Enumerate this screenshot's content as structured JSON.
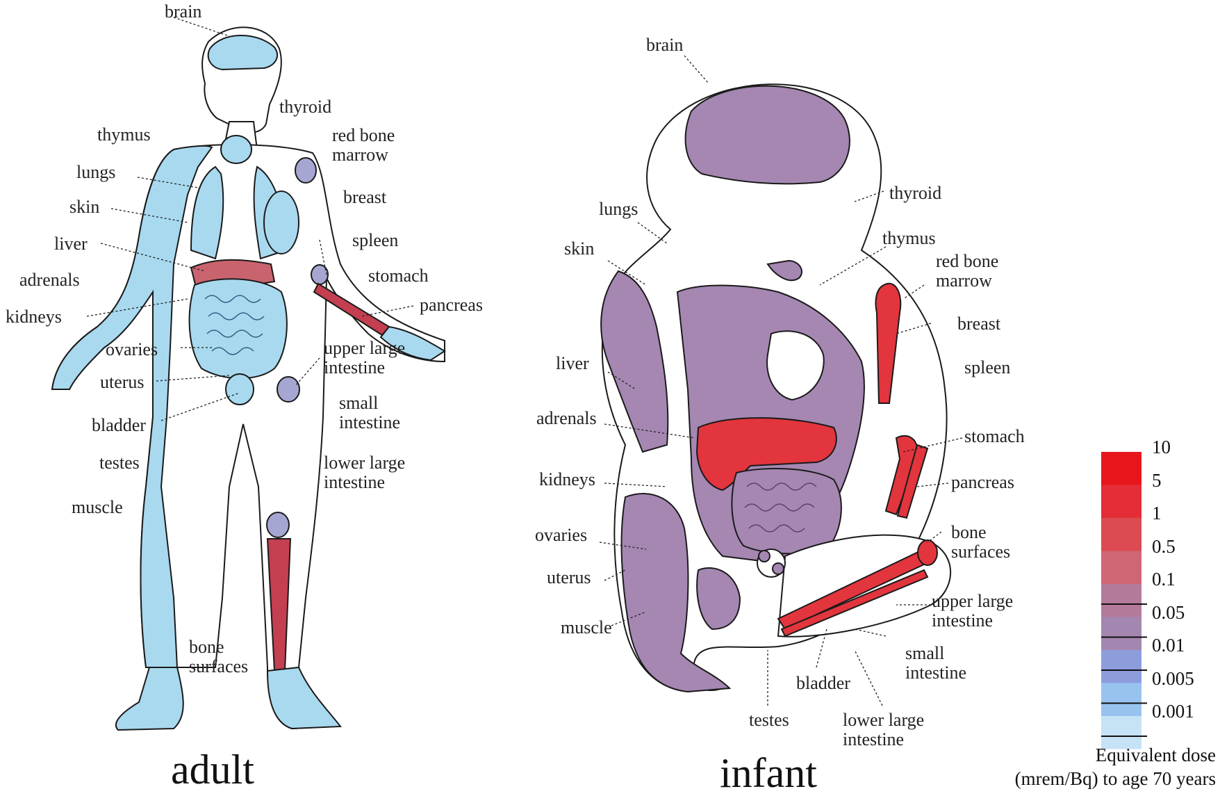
{
  "adult": {
    "caption": "adult",
    "labels": {
      "brain": "brain",
      "thyroid": "thyroid",
      "thymus": "thymus",
      "red_bone_marrow": "red bone\nmarrow",
      "lungs": "lungs",
      "breast": "breast",
      "skin": "skin",
      "spleen": "spleen",
      "liver": "liver",
      "adrenals": "adrenals",
      "stomach": "stomach",
      "pancreas": "pancreas",
      "kidneys": "kidneys",
      "ovaries": "ovaries",
      "upper_large_intestine": "upper large\nintestine",
      "uterus": "uterus",
      "small_intestine": "small\nintestine",
      "bladder": "bladder",
      "testes": "testes",
      "lower_large_intestine": "lower large\nintestine",
      "muscle": "muscle",
      "bone_surfaces": "bone\nsurfaces"
    }
  },
  "infant": {
    "caption": "infant",
    "labels": {
      "brain": "brain",
      "thyroid": "thyroid",
      "lungs": "lungs",
      "thymus": "thymus",
      "skin": "skin",
      "red_bone_marrow": "red bone\nmarrow",
      "breast": "breast",
      "liver": "liver",
      "spleen": "spleen",
      "adrenals": "adrenals",
      "stomach": "stomach",
      "kidneys": "kidneys",
      "pancreas": "pancreas",
      "ovaries": "ovaries",
      "bone_surfaces": "bone\nsurfaces",
      "uterus": "uterus",
      "upper_large_intestine": "upper large\nintestine",
      "muscle": "muscle",
      "small_intestine": "small\nintestine",
      "bladder": "bladder",
      "testes": "testes",
      "lower_large_intestine": "lower large\nintestine"
    }
  },
  "color_scale": {
    "ticks": [
      "10",
      "5",
      "1",
      "0.5",
      "0.1",
      "0.05",
      "0.01",
      "0.005",
      "0.001"
    ],
    "band_colors": [
      "#e8161b",
      "#e42d36",
      "#dc4a52",
      "#cf6674",
      "#b47a9a",
      "#a487b0",
      "#8d9ddc",
      "#99c3ef",
      "#c6e3f6"
    ],
    "title_line1": "Equivalent dose",
    "title_line2": "(mrem/Bq) to age 70 years"
  },
  "colors": {
    "adult_tissue": "#a8d9ef",
    "adult_organ_blue": "#a8d9ef",
    "adult_organ_lilac": "#a6a6d2",
    "adult_liver": "#c9646e",
    "adult_bone": "#c43f50",
    "infant_tissue": "#a587b2",
    "infant_red": "#e2353d",
    "outline": "#1a1a1a"
  }
}
